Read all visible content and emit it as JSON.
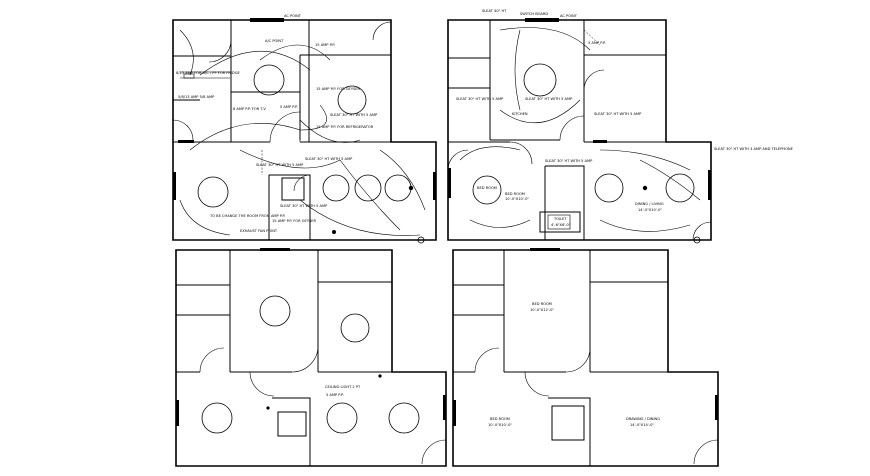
{
  "plans": [
    {
      "id": "top-left",
      "labels": {
        "ac_point": "AC POINT",
        "ac_point_2": "A/C POINT",
        "amp15_top": "15 AMP P.P.",
        "wall_13": "8/13 AMP FOR A/C / PP FOR FRIDGE",
        "wall_2": "8 AMP P.P. FOR T.V",
        "amp5_pp": "5 AMP P.P.",
        "room_left": "5/8/13 AMP 5/8 AMP",
        "amp15_pp": "15 AMP P.P. FOR GEYSER",
        "fridge": "15 AMP P.P. FOR REFRIGERATOR",
        "sw1": "SLEAT 30\" HT WITH 5 AMP",
        "sw2": "SLEAT 30\" HT WITH 5 AMP",
        "sw3": "SLEAT 30\" HT WITH 5 AMP",
        "bath_sw": "SLEAT 30\" HT WITH 5 AMP",
        "exhaust": "EXHAUST FAN POINT",
        "cable": "TO BE CHANGE THE ROOM FROM AMP P.P.",
        "geyser": "15 AMP P.P. FOR GEYSER"
      }
    },
    {
      "id": "top-right",
      "labels": {
        "top": "SLEAT 40\" HT",
        "top_2": "SWITCH BOARD",
        "ac": "AC POINT",
        "amp": "5 AMP P.P.",
        "sw_left": "SLEAT 30\" HT WITH 5 AMP",
        "sw_mid": "SLEAT 30\" HT WITH 5 AMP",
        "sw_center": "SLEAT 30\" HT WITH 5 AMP",
        "sw_right": "SLEAT 30\" HT WITH 5 AMP",
        "bedroom": "BED ROOM",
        "bedroom_dim": "10'-0\"X10'-0\"",
        "kitchen": "KITCHEN",
        "dining": "DINING / LIVING",
        "dining_dim": "14'-0\"X10'-0\"",
        "toilet": "TOILET",
        "toilet_dim": "4'-6\"X6'-0\"",
        "tv": "SLEAT 30\" HT WITH 3 AMP AND TELEPHONE",
        "room": "BED ROOM"
      }
    },
    {
      "id": "bottom-left",
      "labels": {
        "ceiling": "CEILING LIGHT 2 PT",
        "amp": "5 AMP P.P."
      }
    },
    {
      "id": "bottom-right",
      "labels": {
        "bedroom": "BED ROOM",
        "bedroom_dim": "10'-0\"X12'-0\"",
        "bed2": "BED ROOM",
        "bed2_dim": "10'-0\"X10'-0\"",
        "dining": "DRAWING / DINING",
        "dining_dim": "14'-0\"X14'-0\""
      }
    }
  ]
}
